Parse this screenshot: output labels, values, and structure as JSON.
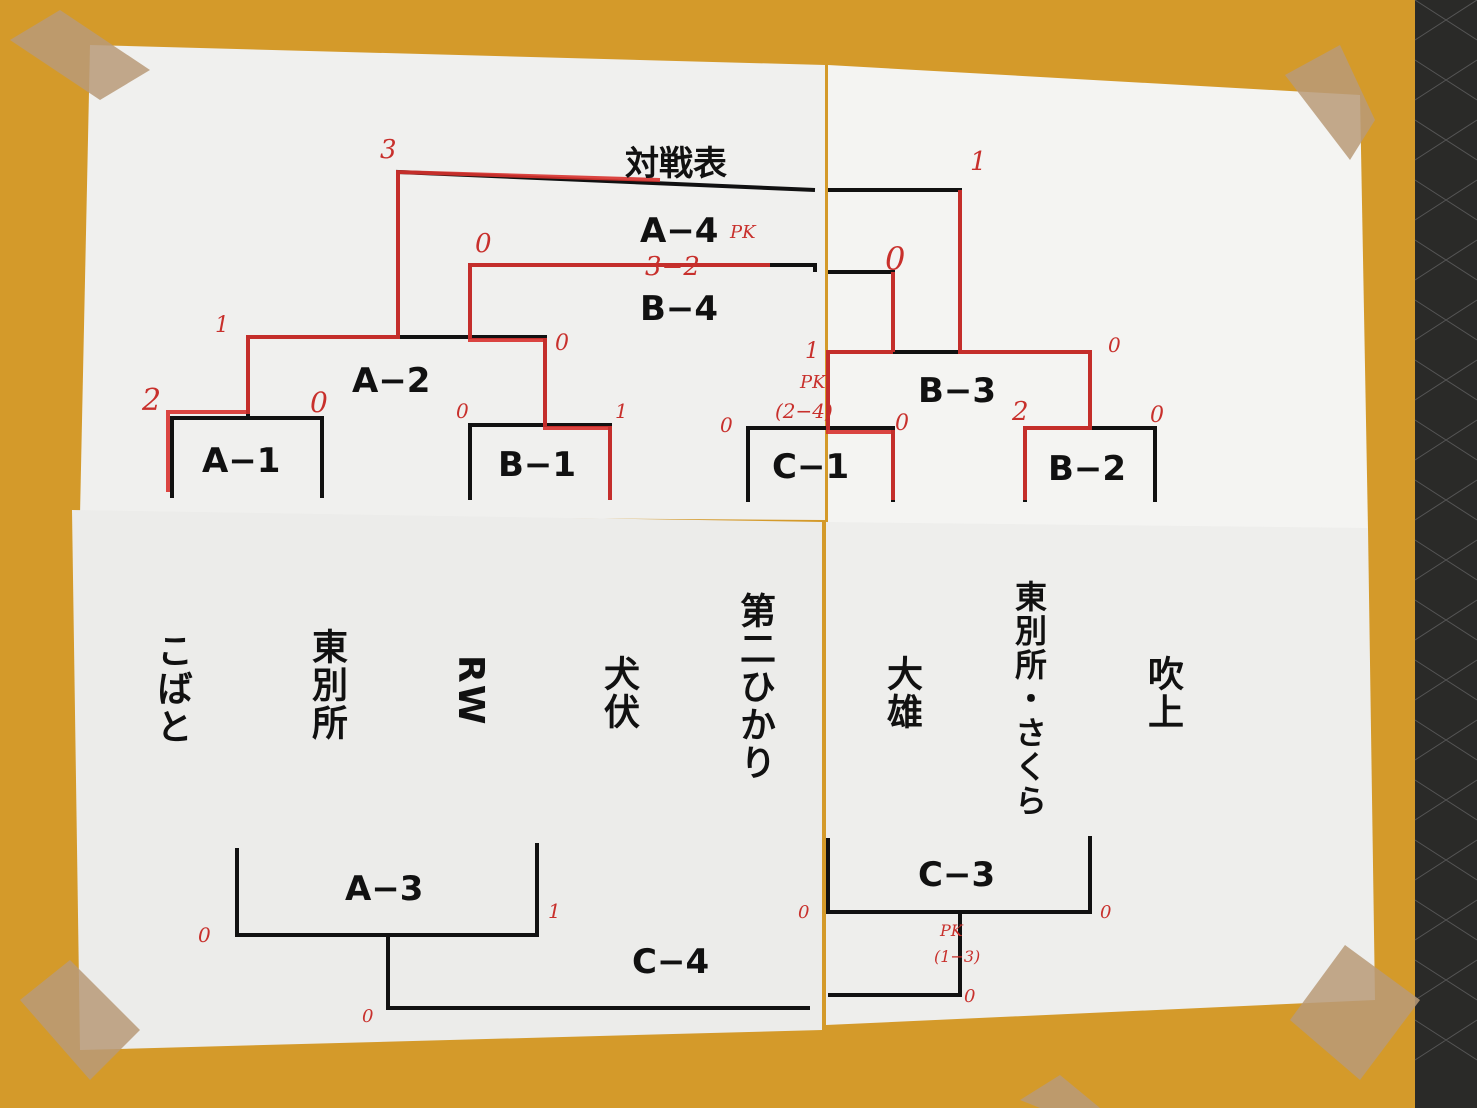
{
  "title": "対戦表",
  "matches": {
    "a1": "A−1",
    "a2": "A−2",
    "b1": "B−1",
    "c1": "C−1",
    "b3": "B−3",
    "b2": "B−2",
    "a4": "A−4",
    "b4": "B−4",
    "a3": "A−3",
    "c3": "C−3",
    "c4": "C−4"
  },
  "teams": [
    "こばと",
    "東別所",
    "RW",
    "犬伏",
    "第二ひかり",
    "大雄",
    "東別所・さくら",
    "吹上"
  ],
  "scores": {
    "final_left": "3",
    "final_right": "1",
    "semi2_left": "0",
    "semi2_right": "0",
    "a2_left": "1",
    "a2_right": "0",
    "a1_left": "2",
    "a1_right": "0",
    "b1_left": "0",
    "b1_right": "1",
    "b3_left": "1",
    "b3_right": "0",
    "c1_left": "0",
    "c1_right": "0",
    "b2_left": "2",
    "b2_right": "0",
    "a3_left": "0",
    "a3_right": "1",
    "c3_left": "0",
    "c3_right": "0",
    "c4_left": "0",
    "c4_right": "0",
    "pk_a4_label": "PK",
    "pk_a4": "3−2",
    "pk_c1_label": "PK",
    "pk_c1": "(2−4)",
    "pk_c4_label": "PK",
    "pk_c4": "(1−3)"
  },
  "colors": {
    "ink": "#111111",
    "red_marker": "#d8322e",
    "paper": "#f2f2f0",
    "board": "#d49a2a"
  }
}
